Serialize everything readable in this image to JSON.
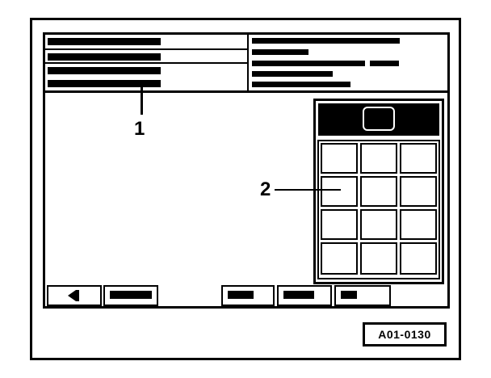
{
  "callouts": {
    "header_label": "1",
    "keypad_label": "2"
  },
  "figure_ref": "A01-0130",
  "icons": {
    "back": "back-arrow-icon"
  },
  "colors": {
    "ink": "#000000",
    "paper": "#ffffff"
  }
}
